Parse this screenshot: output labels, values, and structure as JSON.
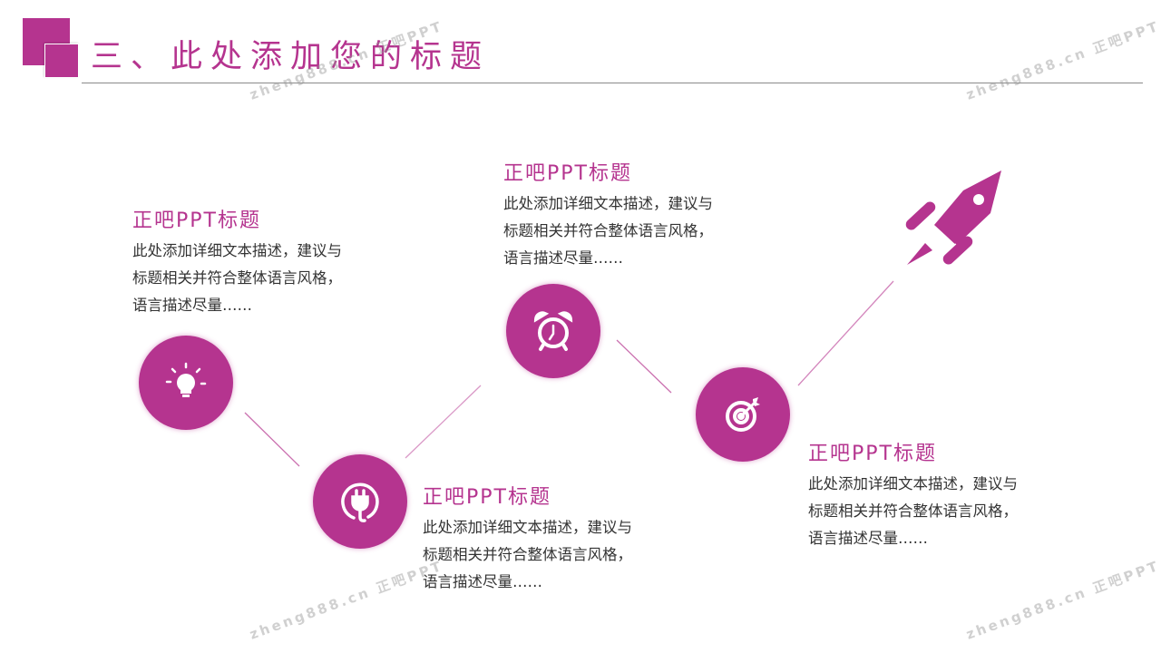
{
  "header": {
    "title": "三、此处添加您的标题"
  },
  "accent_color": "#b5348f",
  "steps": [
    {
      "icon": "lightbulb-icon",
      "title": "正吧PPT标题",
      "lines": [
        "此处添加详细文本描述，建议与",
        "标题相关并符合整体语言风格，",
        "语言描述尽量……"
      ]
    },
    {
      "icon": "plug-icon",
      "title": "正吧PPT标题",
      "lines": [
        "此处添加详细文本描述，建议与",
        "标题相关并符合整体语言风格，",
        "语言描述尽量……"
      ]
    },
    {
      "icon": "alarm-clock-icon",
      "title": "正吧PPT标题",
      "lines": [
        "此处添加详细文本描述，建议与",
        "标题相关并符合整体语言风格，",
        "语言描述尽量……"
      ]
    },
    {
      "icon": "target-icon",
      "title": "正吧PPT标题",
      "lines": [
        "此处添加详细文本描述，建议与",
        "标题相关并符合整体语言风格，",
        "语言描述尽量……"
      ]
    }
  ],
  "watermark": "zheng888.cn 正吧PPT"
}
